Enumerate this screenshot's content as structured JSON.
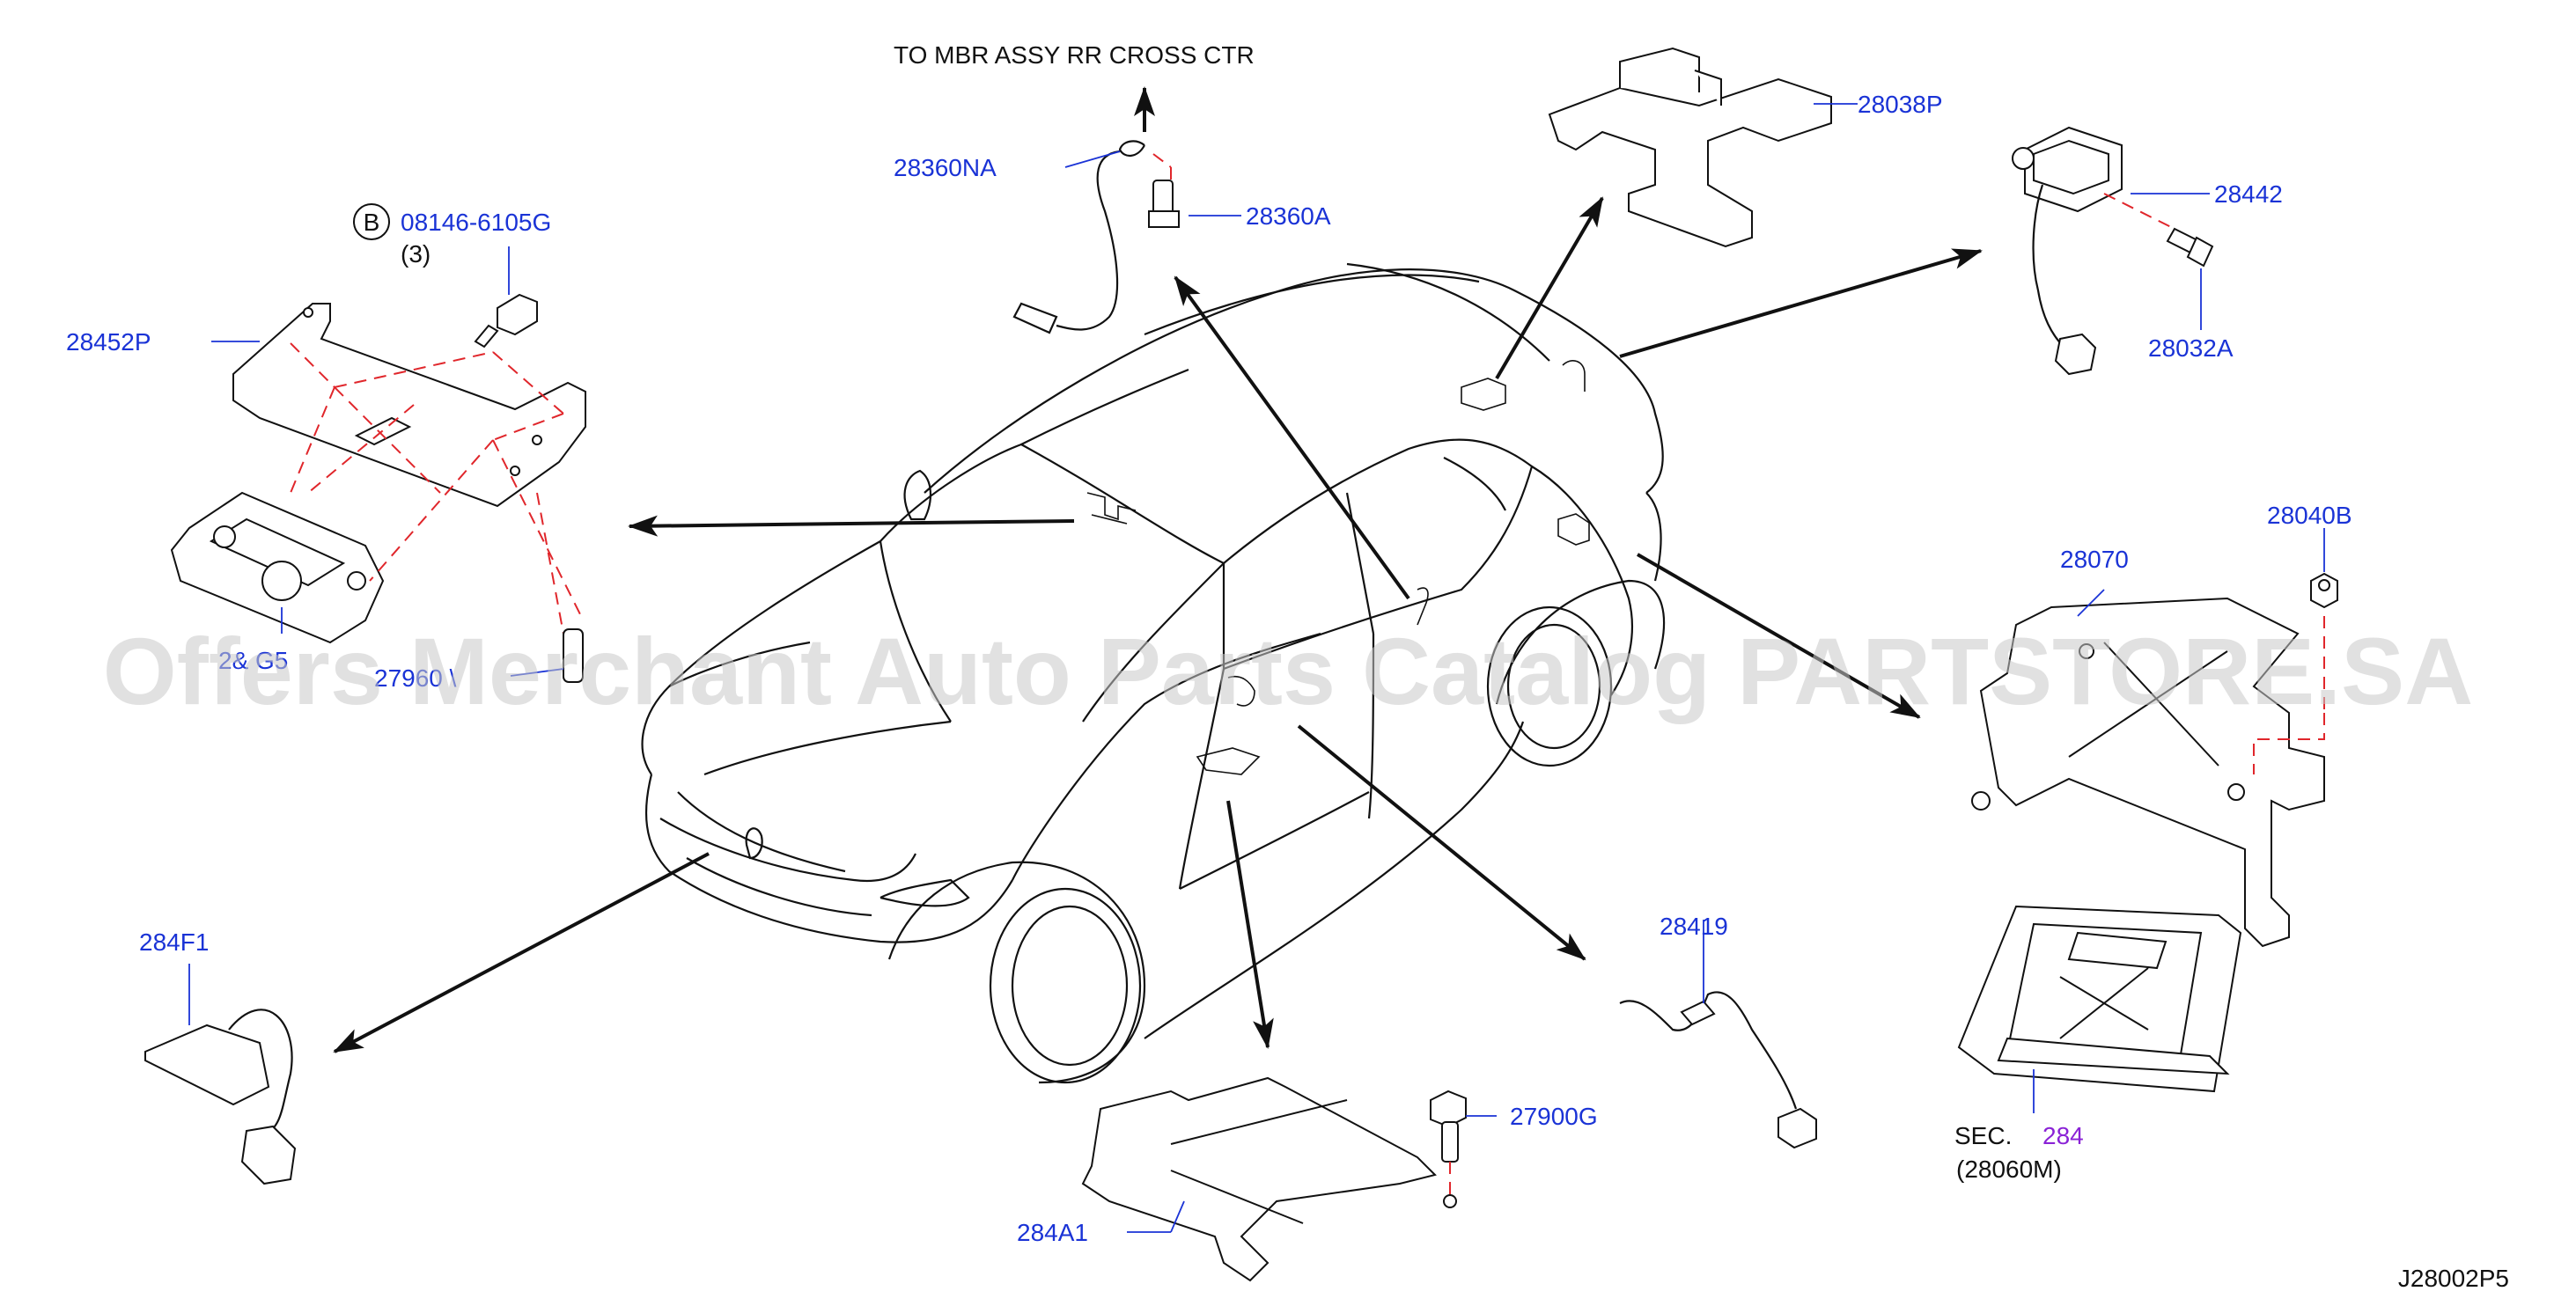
{
  "diagram": {
    "code": "J28002P5",
    "top_note": "TO   MBR   ASSY   RR   CROSS   CTR",
    "watermark": "Offers Merchant Auto Parts Catalog PARTSTORE.SA",
    "bolt_ref": {
      "circle_letter": "B",
      "number": "08146-6105G",
      "qty": "(3)"
    },
    "parts": {
      "p28360NA": "28360NA",
      "p28360A": "28360A",
      "p28038P": "28038P",
      "p28442": "28442",
      "p28032A": "28032A",
      "p28452P": "28452P",
      "p28040B": "28040B",
      "p28070": "28070",
      "p284F1": "284F1",
      "p28419": "28419",
      "p27900G": "27900G",
      "p284A1": "284A1",
      "p27960_partial": "27960 \\",
      "p_partial_left": "2&  G5"
    },
    "sec_ref": {
      "prefix": "SEC.",
      "number": "284",
      "sub": "(28060M)"
    },
    "colors": {
      "label": "#1a33d6",
      "text": "#111111",
      "sec_link": "#8a22d6",
      "dashed": "#e0262b"
    }
  }
}
